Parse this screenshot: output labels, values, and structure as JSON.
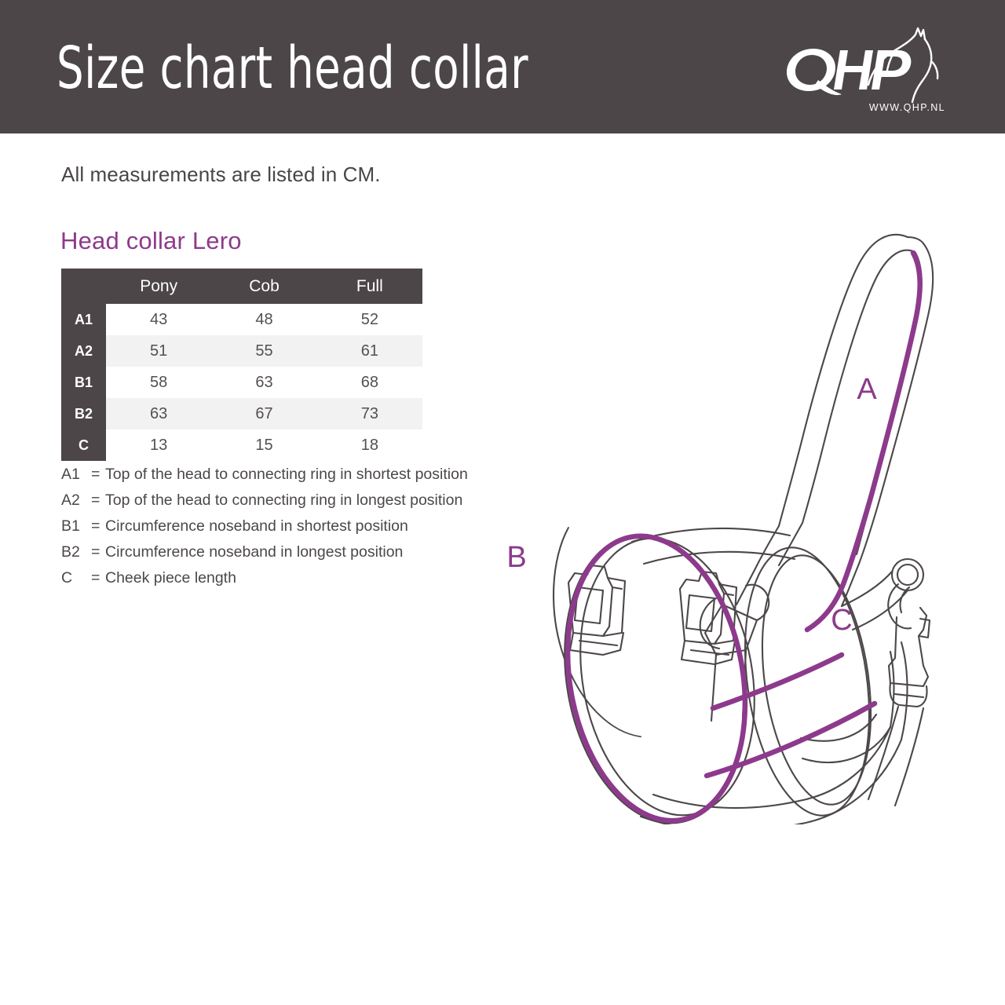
{
  "header": {
    "title": "Size chart head collar",
    "background_color": "#4c4649",
    "logo": {
      "name": "qhp-logo",
      "wordmark": "QHP",
      "url_text": "WWW.QHP.NL"
    }
  },
  "intro": {
    "text": "All measurements are listed in CM."
  },
  "section": {
    "title": "Head collar Lero",
    "accent_color": "#8d3a8c"
  },
  "table": {
    "corner_label": "",
    "columns": [
      "Pony",
      "Cob",
      "Full"
    ],
    "rows": [
      {
        "label": "A1",
        "values": [
          "43",
          "48",
          "52"
        ]
      },
      {
        "label": "A2",
        "values": [
          "51",
          "55",
          "61"
        ]
      },
      {
        "label": "B1",
        "values": [
          "58",
          "63",
          "68"
        ]
      },
      {
        "label": "B2",
        "values": [
          "63",
          "67",
          "73"
        ]
      },
      {
        "label": "C",
        "values": [
          "13",
          "15",
          "18"
        ]
      }
    ]
  },
  "legend": [
    {
      "key": "A1",
      "eq": "=",
      "text": "Top of the head to connecting ring in shortest position"
    },
    {
      "key": "A2",
      "eq": "=",
      "text": "Top of the head to connecting ring in longest position"
    },
    {
      "key": "B1",
      "eq": "=",
      "text": "Circumference noseband in shortest position"
    },
    {
      "key": "B2",
      "eq": "=",
      "text": "Circumference noseband in longest position"
    },
    {
      "key": "C",
      "eq": "=",
      "text": "Cheek piece length"
    }
  ],
  "diagram": {
    "name": "head-collar-line-drawing",
    "labels": {
      "a": "A",
      "b": "B",
      "c": "C"
    },
    "line_color": "#4c4749",
    "measure_color": "#8d3a8c"
  },
  "chart_data": {
    "type": "table",
    "title": "Head collar Lero",
    "units": "cm",
    "categories": [
      "Pony",
      "Cob",
      "Full"
    ],
    "series": [
      {
        "name": "A1",
        "description": "Top of the head to connecting ring in shortest position",
        "values": [
          43,
          48,
          52
        ]
      },
      {
        "name": "A2",
        "description": "Top of the head to connecting ring in longest position",
        "values": [
          51,
          55,
          61
        ]
      },
      {
        "name": "B1",
        "description": "Circumference noseband in shortest position",
        "values": [
          58,
          63,
          68
        ]
      },
      {
        "name": "B2",
        "description": "Circumference noseband in longest position",
        "values": [
          63,
          67,
          73
        ]
      },
      {
        "name": "C",
        "description": "Cheek piece length",
        "values": [
          13,
          15,
          18
        ]
      }
    ]
  }
}
